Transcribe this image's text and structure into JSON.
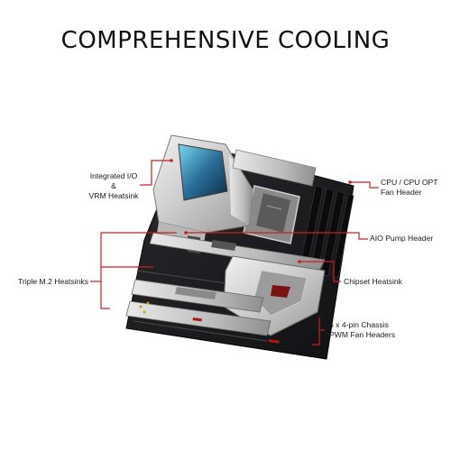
{
  "title": "COMPREHENSIVE COOLING",
  "accent_color": "#cc1f1f",
  "callouts": {
    "io_vrm": {
      "line1": "Integrated I/O",
      "line2": "&",
      "line3": "VRM Heatsink"
    },
    "cpu_fan": {
      "line1": "CPU / CPU OPT",
      "line2": "Fan Header"
    },
    "aio_pump": {
      "line1": "AIO Pump Header"
    },
    "m2": {
      "line1": "Triple M.2 Heatsinks"
    },
    "chipset": {
      "line1": "Chipset Heatsink"
    },
    "chassis_fan": {
      "line1": "5 x 4-pin Chassis",
      "line2": "PWM Fan Headers"
    }
  }
}
